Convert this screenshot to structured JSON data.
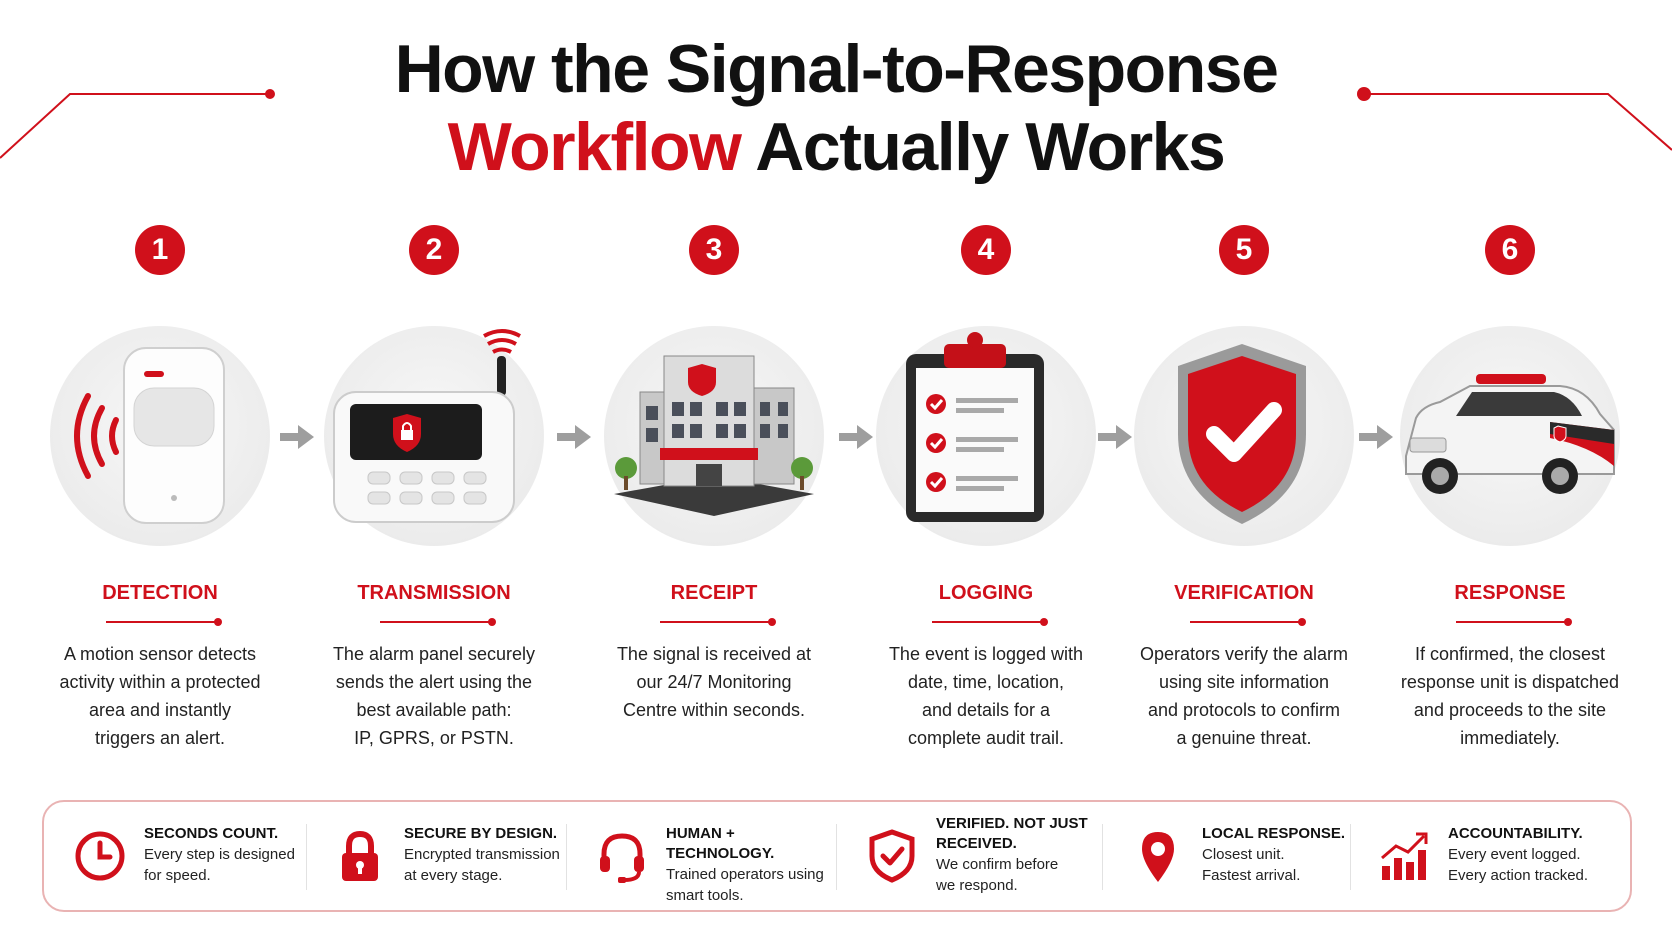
{
  "title": {
    "line1": "How the Signal-to-Response",
    "line2_accent": "Workflow",
    "line2_rest": "Actually Works"
  },
  "colors": {
    "accent": "#d0101b",
    "text": "#111111",
    "disc": "#ececec"
  },
  "steps": [
    {
      "number": "1",
      "label": "DETECTION",
      "icon": "motion-sensor-icon",
      "lines": [
        "A motion sensor detects",
        "activity within a protected",
        "area and instantly",
        "triggers an alert."
      ]
    },
    {
      "number": "2",
      "label": "TRANSMISSION",
      "icon": "alarm-panel-icon",
      "lines": [
        "The alarm panel securely",
        "sends the alert using the",
        "best available path:",
        "IP, GPRS, or PSTN."
      ]
    },
    {
      "number": "3",
      "label": "RECEIPT",
      "icon": "monitoring-centre-building-icon",
      "lines": [
        "The signal is received at",
        "our 24/7 Monitoring",
        "Centre within seconds."
      ]
    },
    {
      "number": "4",
      "label": "LOGGING",
      "icon": "clipboard-checklist-icon",
      "lines": [
        "The event is logged with",
        "date, time, location,",
        "and details for a",
        "complete audit trail."
      ]
    },
    {
      "number": "5",
      "label": "VERIFICATION",
      "icon": "shield-check-icon",
      "lines": [
        "Operators verify the alarm",
        "using site information",
        "and protocols to confirm",
        "a genuine threat."
      ]
    },
    {
      "number": "6",
      "label": "RESPONSE",
      "icon": "response-vehicle-icon",
      "lines": [
        "If confirmed, the closest",
        "response unit is dispatched",
        "and proceeds to the site",
        "immediately."
      ]
    }
  ],
  "features": [
    {
      "icon": "clock-icon",
      "head": [
        "SECONDS COUNT."
      ],
      "body": [
        "Every step is designed",
        "for speed."
      ]
    },
    {
      "icon": "padlock-icon",
      "head": [
        "SECURE BY DESIGN."
      ],
      "body": [
        "Encrypted transmission",
        "at every stage."
      ]
    },
    {
      "icon": "headset-icon",
      "head": [
        "HUMAN + TECHNOLOGY."
      ],
      "body": [
        "Trained operators using",
        "smart tools."
      ]
    },
    {
      "icon": "shield-check-icon",
      "head": [
        "VERIFIED. NOT JUST",
        "RECEIVED."
      ],
      "body": [
        "We confirm before",
        "we respond."
      ]
    },
    {
      "icon": "location-pin-icon",
      "head": [
        "LOCAL RESPONSE."
      ],
      "body": [
        "Closest unit.",
        "Fastest arrival."
      ]
    },
    {
      "icon": "growth-chart-icon",
      "head": [
        "ACCOUNTABILITY."
      ],
      "body": [
        "Every event logged.",
        "Every action tracked."
      ]
    }
  ]
}
